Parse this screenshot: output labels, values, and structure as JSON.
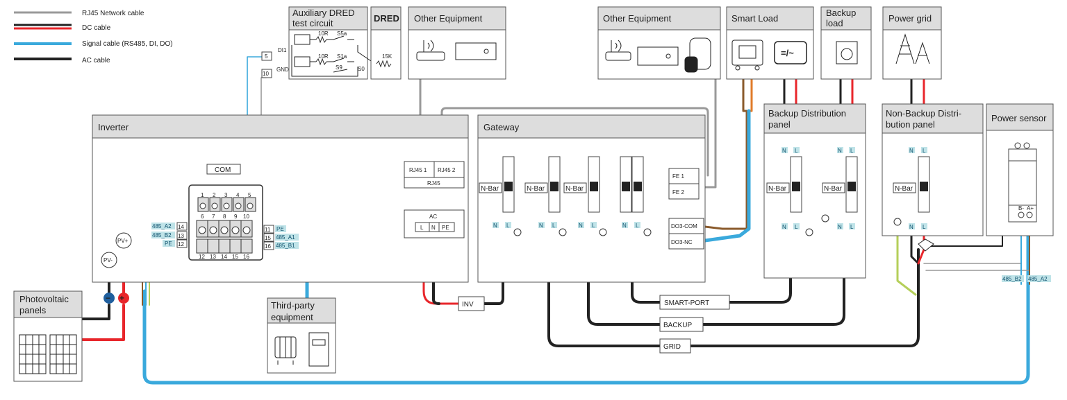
{
  "legend": [
    {
      "label": "RJ45 Network cable",
      "color": "#999999"
    },
    {
      "label": "DC cable",
      "color": "#e8262b"
    },
    {
      "label": "Signal cable (RS485, DI, DO)",
      "color": "#3aa9dc"
    },
    {
      "label": "AC cable",
      "color": "#222222"
    }
  ],
  "colors": {
    "network": "#999999",
    "dc_red": "#e8262b",
    "signal": "#3aa9dc",
    "ac": "#222222",
    "pe": "#b5cf5a",
    "brown": "#8a5a2b",
    "header_fill": "#dddddd",
    "tag_fill": "#bfe3e8"
  },
  "dred_aux": {
    "title_l1": "Auxiliary DRED",
    "title_l2": "test circuit",
    "r1": "10R",
    "s1": "S5a",
    "r2": "10R",
    "s2": "S1a",
    "s3": "S9",
    "s4": "S0",
    "pin_di": "5",
    "pin_gnd": "10",
    "di": "DI1",
    "gnd": "GND"
  },
  "dred": {
    "title": "DRED",
    "res": "15K"
  },
  "other_eq1": {
    "title": "Other Equipment"
  },
  "other_eq2": {
    "title": "Other Equipment"
  },
  "smart_load": {
    "title": "Smart Load",
    "symbol": "=/~"
  },
  "backup_load": {
    "title_l1": "Backup",
    "title_l2": "load"
  },
  "power_grid": {
    "title": "Power grid"
  },
  "inverter": {
    "title": "Inverter",
    "com": "COM",
    "rj45_1": "RJ45 1",
    "rj45_2": "RJ45 2",
    "rj45": "RJ45",
    "ac": "AC",
    "ac_l": "L",
    "ac_n": "N",
    "ac_pe": "PE",
    "pv_plus": "PV+",
    "pv_minus": "PV-",
    "top_pins": [
      "1",
      "2",
      "3",
      "4",
      "5"
    ],
    "mid_pins": [
      "6",
      "7",
      "8",
      "9",
      "10"
    ],
    "bot_pins": [
      "12",
      "13",
      "14",
      "15",
      "16"
    ],
    "left_labels": [
      {
        "pin": "14",
        "tag": "485_A2"
      },
      {
        "pin": "13",
        "tag": "485_B2"
      },
      {
        "pin": "12",
        "tag": "PE"
      }
    ],
    "right_labels": [
      {
        "pin": "11",
        "tag": "PE"
      },
      {
        "pin": "15",
        "tag": "485_A1"
      },
      {
        "pin": "16",
        "tag": "485_B1"
      }
    ]
  },
  "gateway": {
    "title": "Gateway",
    "fe1": "FE 1",
    "fe2": "FE 2",
    "do3com": "DO3-COM",
    "do3nc": "DO3-NC",
    "nbar": "N-Bar",
    "n": "N",
    "l": "L"
  },
  "backup_panel": {
    "title_l1": "Backup Distribution",
    "title_l2": "panel"
  },
  "nonbackup_panel": {
    "title_l1": "Non-Backup Distri-",
    "title_l2": "bution panel"
  },
  "power_sensor": {
    "title": "Power sensor",
    "tag_b2": "485_B2",
    "tag_a2": "485_A2",
    "pin_b": "B-",
    "pin_a": "A+"
  },
  "pv_panels": {
    "title_l1": "Photovoltaic",
    "title_l2": "panels"
  },
  "third_party": {
    "title_l1": "Third-party",
    "title_l2": "equipment"
  },
  "buses": {
    "inv": "INV",
    "smart_port": "SMART-PORT",
    "backup": "BACKUP",
    "grid": "GRID"
  }
}
